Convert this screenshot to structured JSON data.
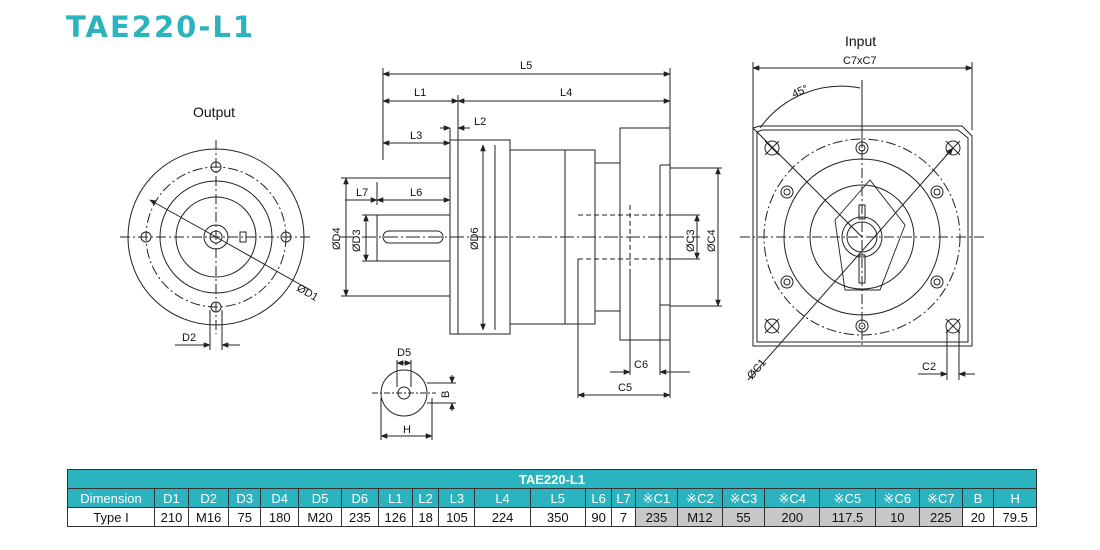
{
  "title": {
    "model": "TAE220",
    "dash": "-",
    "suffix": "L1"
  },
  "views": {
    "output_label": "Output",
    "input_label": "Input"
  },
  "dimension_labels": {
    "L5": "L5",
    "L1": "L1",
    "L4": "L4",
    "L2": "L2",
    "L3": "L3",
    "L7": "L7",
    "L6": "L6",
    "D4": "ØD4",
    "D3": "ØD3",
    "D6": "ØD6",
    "C3": "ØC3",
    "C4": "ØC4",
    "C6": "C6",
    "C5": "C5",
    "D1": "ØD1",
    "D2": "D2",
    "D5": "D5",
    "B": "B",
    "H": "H",
    "C7xC7": "C7xC7",
    "angle": "45°",
    "C1": "ØC1",
    "C2": "C2"
  },
  "table": {
    "caption": "TAE220-L1",
    "headers": [
      "Dimension",
      "D1",
      "D2",
      "D3",
      "D4",
      "D5",
      "D6",
      "L1",
      "L2",
      "L3",
      "L4",
      "L5",
      "L6",
      "L7",
      "※C1",
      "※C2",
      "※C3",
      "※C4",
      "※C5",
      "※C6",
      "※C7",
      "B",
      "H"
    ],
    "rows": [
      {
        "cells": [
          "Type I",
          "210",
          "M16",
          "75",
          "180",
          "M20",
          "235",
          "126",
          "18",
          "105",
          "224",
          "350",
          "90",
          "7",
          "235",
          "M12",
          "55",
          "200",
          "117.5",
          "10",
          "225",
          "20",
          "79.5"
        ]
      }
    ],
    "shaded_columns": [
      "※C1",
      "※C2",
      "※C3",
      "※C4",
      "※C5",
      "※C6",
      "※C7"
    ]
  },
  "colors": {
    "accent": "#2bb3c0",
    "shaded_cell": "#c8c8c8",
    "line": "#222222"
  }
}
